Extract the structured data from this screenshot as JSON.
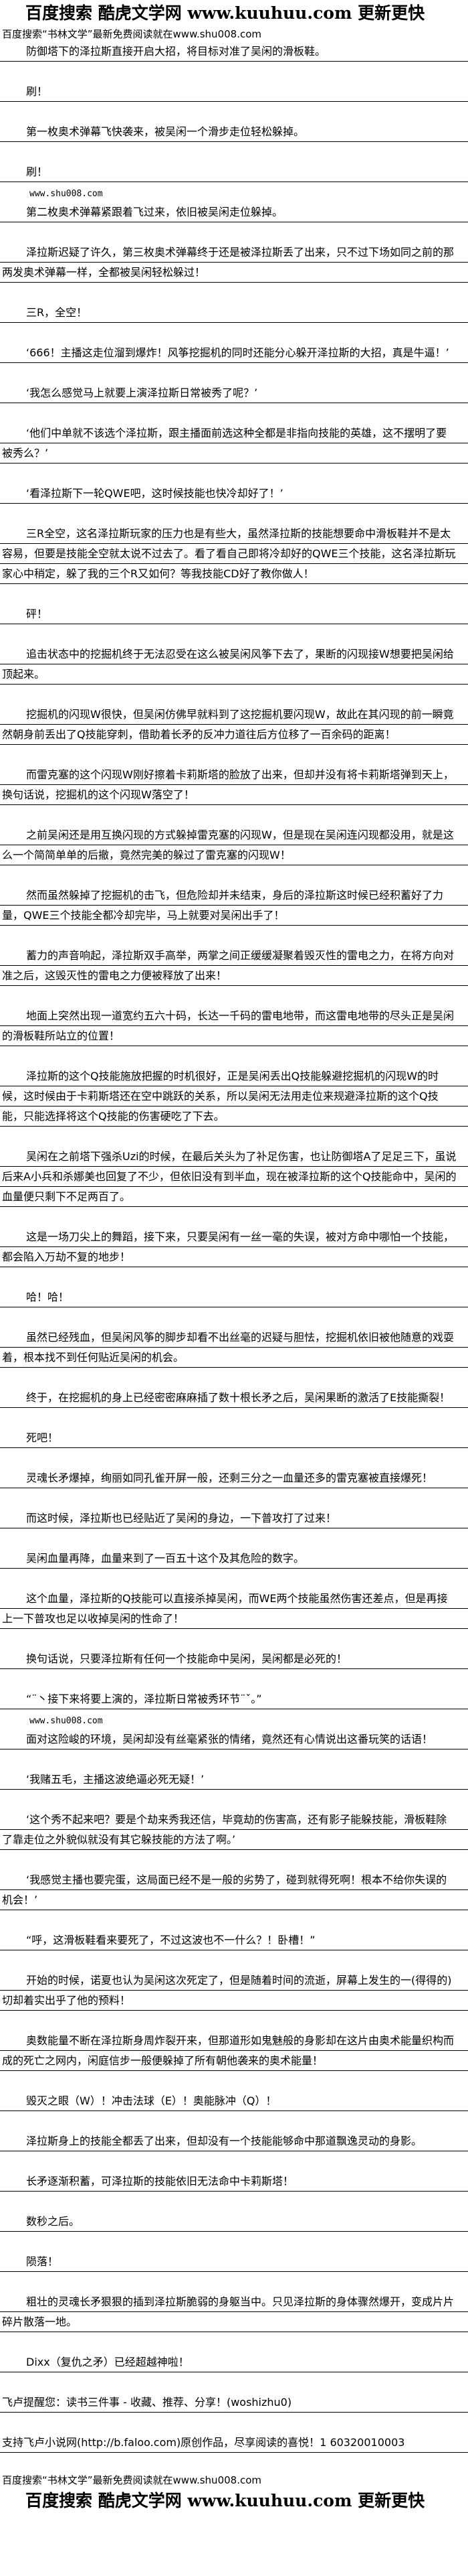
{
  "header": {
    "logo_text": "百度搜索 酷虎文学网 www.kuuhuu.com 更新更快",
    "notice": "百度搜索“书林文学”最新免费阅读就在www.shu008.com"
  },
  "watermark": "www.shu008.com",
  "paragraphs": [
    {
      "text": "防御塔下的泽拉斯直接开启大招，将目标对准了吴闲的滑板鞋。"
    },
    {
      "text": "刷！"
    },
    {
      "text": "第一枚奥术弹幕飞快袭来，被吴闲一个滑步走位轻松躲掉。"
    },
    {
      "text": "刷！"
    },
    {
      "text": "第二枚奥术弹幕紧跟着飞过来，依旧被吴闲走位躲掉。",
      "watermark": true
    },
    {
      "text": "泽拉斯迟疑了许久，第三枚奥术弹幕终于还是被泽拉斯丢了出来，只不过下场如同之前的那两发奥术弹幕一样，全都被吴闲轻松躲过！"
    },
    {
      "text": "三R，全空！"
    },
    {
      "text": "‘666！主播这走位溜到爆炸！风筝挖掘机的同时还能分心躲开泽拉斯的大招，真是牛逼！’"
    },
    {
      "text": "‘我怎么感觉马上就要上演泽拉斯日常被秀了呢？’"
    },
    {
      "text": "‘他们中单就不该选个泽拉斯，跟主播面前选这种全都是非指向技能的英雄，这不摆明了要被秀么？’"
    },
    {
      "text": "‘看泽拉斯下一轮QWE吧，这时候技能也快冷却好了！’"
    },
    {
      "text": "三R全空，这名泽拉斯玩家的压力也是有些大，虽然泽拉斯的技能想要命中滑板鞋并不是太容易，但要是技能全空就太说不过去了。看了看自己即将冷却好的QWE三个技能，这名泽拉斯玩家心中稍定，躲了我的三个R又如何？等我技能CD好了教你做人！"
    },
    {
      "text": "砰！"
    },
    {
      "text": "追击状态中的挖掘机终于无法忍受在这么被吴闲风筝下去了，果断的闪现接W想要把吴闲给顶起来。"
    },
    {
      "text": "挖掘机的闪现W很快，但吴闲仿佛早就料到了这挖掘机要闪现W，故此在其闪现的前一瞬竟然朝身前丢出了Q技能穿刺，借助着长矛的反冲力道往后方位移了一百余码的距离！"
    },
    {
      "text": "而雷克塞的这个闪现W刚好擦着卡莉斯塔的脸放了出来，但却并没有将卡莉斯塔弹到天上，换句话说，挖掘机的这个闪现W落空了！"
    },
    {
      "text": "之前吴闲还是用互换闪现的方式躲掉雷克塞的闪现W，但是现在吴闲连闪现都没用，就是这么一个简简单单的后撤，竟然完美的躲过了雷克塞的闪现W！"
    },
    {
      "text": "然而虽然躲掉了挖掘机的击飞，但危险却并未结束，身后的泽拉斯这时候已经积蓄好了力量，QWE三个技能全都冷却完毕，马上就要对吴闲出手了！"
    },
    {
      "text": "蓄力的声音响起，泽拉斯双手高举，两掌之间正缓缓凝聚着毁灭性的雷电之力，在将方向对准之后，这毁灭性的雷电之力便被释放了出来！"
    },
    {
      "text": "地面上突然出现一道宽约五六十码，长达一千码的雷电地带，而这雷电地带的尽头正是吴闲的滑板鞋所站立的位置！"
    },
    {
      "text": "泽拉斯的这个Q技能施放把握的时机很好，正是吴闲丢出Q技能躲避挖掘机的闪现W的时候，这时候由于卡莉斯塔还在空中跳跃的关系，所以吴闲无法用走位来规避泽拉斯的这个Q技能，只能选择将这个Q技能的伤害硬吃了下去。"
    },
    {
      "text": "吴闲在之前塔下强杀Uzi的时候，在最后关头为了补足伤害，也让防御塔A了足足三下，虽说后来A小兵和杀娜美也回复了不少，但依旧没有到半血，现在被泽拉斯的这个Q技能命中，吴闲的血量便只剩下不足两百了。"
    },
    {
      "text": "这是一场刀尖上的舞蹈，接下来，只要吴闲有一丝一毫的失误，被对方命中哪怕一个技能，都会陷入万劫不复的地步！"
    },
    {
      "text": "哈！哈！"
    },
    {
      "text": "虽然已经残血，但吴闲风筝的脚步却看不出丝毫的迟疑与胆怯，挖掘机依旧被他随意的戏耍着，根本找不到任何贴近吴闲的机会。"
    },
    {
      "text": "终于，在挖掘机的身上已经密密麻麻插了数十根长矛之后，吴闲果断的激活了E技能撕裂！"
    },
    {
      "text": "死吧！"
    },
    {
      "text": "灵魂长矛爆掉，绚丽如同孔雀开屏一般，还剩三分之一血量还多的雷克塞被直接爆死！"
    },
    {
      "text": "而这时候，泽拉斯也已经贴近了吴闲的身边，一下普攻打了过来！"
    },
    {
      "text": "吴闲血量再降，血量来到了一百五十这个及其危险的数字。"
    },
    {
      "text": "这个血量，泽拉斯的Q技能可以直接杀掉吴闲，而WE两个技能虽然伤害还差点，但是再接上一下普攻也足以收掉吴闲的性命了！"
    },
    {
      "text": "换句话说，只要泽拉斯有任何一个技能命中吴闲，吴闲都是必死的！"
    },
    {
      "text": "“¨丶接下来将要上演的，泽拉斯日常被秀环节¨ˇ。”"
    },
    {
      "text": "面对这险峻的环境，吴闲却没有丝毫紧张的情绪，竟然还有心情说出这番玩笑的话语！",
      "watermark": true
    },
    {
      "text": "‘我赌五毛，主播这波绝逼必死无疑！’"
    },
    {
      "text": "‘这个秀不起来吧？要是个劫来秀我还信，毕竟劫的伤害高，还有影子能躲技能，滑板鞋除了靠走位之外貌似就没有其它躲技能的方法了啊。’"
    },
    {
      "text": "‘我感觉主播也要完蛋，这局面已经不是一般的劣势了，碰到就得死啊！根本不给你失误的机会！’"
    },
    {
      "text": "“呼，这滑板鞋看来要死了，不过这波也不一什么？！卧槽！”"
    },
    {
      "text": "开始的时候，诺夏也认为吴闲这次死定了，但是随着时间的流逝，屏幕上发生的一(得得的)切却着实出乎了他的预料！"
    },
    {
      "text": "奥数能量不断在泽拉斯身周炸裂开来，但那道形如鬼魅般的身影却在这片由奥术能量织构而成的死亡之网内，闲庭信步一般便躲掉了所有朝他袭来的奥术能量！"
    },
    {
      "text": "毁灭之眼（W）！冲击法球（E）！奥能脉冲（Q）！"
    },
    {
      "text": "泽拉斯身上的技能全都丢了出来，但却没有一个技能能够命中那道飘逸灵动的身影。"
    },
    {
      "text": "长矛逐渐积蓄，可泽拉斯的技能依旧无法命中卡莉斯塔！"
    },
    {
      "text": "数秒之后。"
    },
    {
      "text": "陨落！"
    },
    {
      "text": "粗壮的灵魂长矛狠狠的插到泽拉斯脆弱的身躯当中。只见泽拉斯的身体骤然爆开，变成片片碎片散落一地。"
    },
    {
      "text": "Dixx（复仇之矛）已经超越神啦！"
    },
    {
      "text": "飞卢提醒您：读书三件事 - 收藏、推荐、分享！(woshizhu0)",
      "noindent": true
    },
    {
      "text": "支持飞卢小说网(http://b.faloo.com)原创作品，尽享阅读的喜悦！1 60320010003",
      "noindent": true
    }
  ],
  "footer": {
    "notice": "百度搜索“书林文学”最新免费阅读就在www.shu008.com",
    "logo_text": "百度搜索 酷虎文学网 www.kuuhuu.com 更新更快"
  }
}
